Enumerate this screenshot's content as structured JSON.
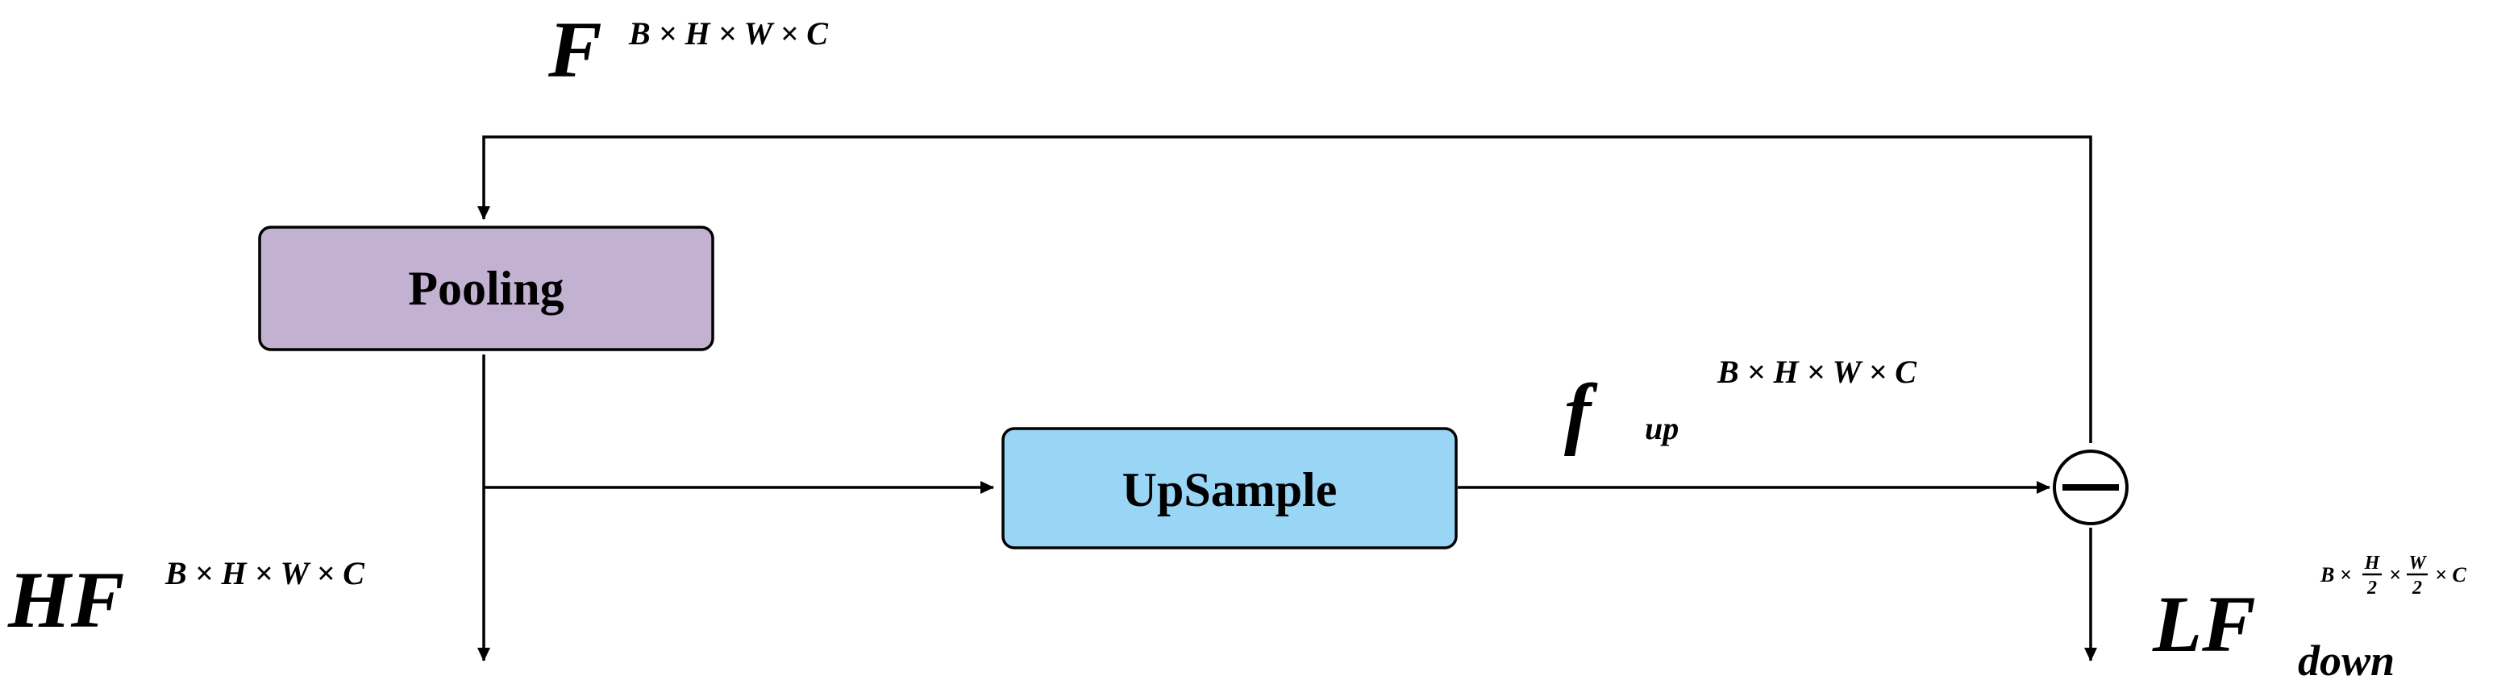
{
  "diagram": {
    "nodes": {
      "pooling": {
        "label": "Pooling",
        "fill": "#c3b1d1"
      },
      "upsample": {
        "label": "UpSample",
        "fill": "#99d6f5"
      },
      "subtract": {
        "symbol": "minus-circle-icon"
      }
    },
    "labels": {
      "input_main": "F",
      "input_sup": "B × H × W × C",
      "up_main": "f",
      "up_sub": "up",
      "up_sup": "B × H × W × C",
      "hf_main": "HF",
      "hf_sup": "B × H × W × C",
      "lf_main": "LF",
      "lf_sub": "down",
      "lf_sup_b": "B ×",
      "lf_sup_h_num": "H",
      "lf_sup_h_den": "2",
      "lf_sup_mid": "×",
      "lf_sup_w_num": "W",
      "lf_sup_w_den": "2",
      "lf_sup_c": "× C"
    },
    "colors": {
      "stroke": "#000000",
      "pooling": "#c3b1d1",
      "upsample": "#99d6f5"
    }
  }
}
